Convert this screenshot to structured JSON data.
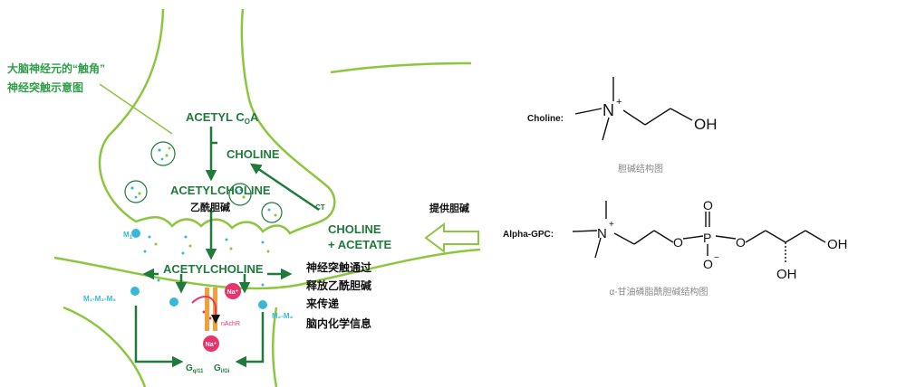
{
  "caption": {
    "line1": "大脑神经元的“触角”",
    "line2": "神经突触示意图"
  },
  "synapse": {
    "acetyl_coa": "ACETYL C",
    "acetyl_coa_sub": "O",
    "acetyl_coa_end": "A",
    "choline": "CHOLINE",
    "acetylcholine_top": "ACETYLCHOLINE",
    "acetylcholine_cn": "乙酰胆碱",
    "acetylcholine_cleft": "ACETYLCHOLINE",
    "ct": "CT",
    "choline_acetate_1": "CHOLINE",
    "choline_acetate_2": "+ ACETATE",
    "receptor_m1_top": "M",
    "receptor_m1_sub": "1",
    "receptor_m1m3m5": "M₁-M₃-M₅",
    "receptor_m2m4": "M₂-M₄",
    "na_plus": "Na⁺",
    "nachr": "nAchR",
    "g_q11": "G",
    "g_q11_sub": "q/11",
    "g_io": "G",
    "g_io_sub": "i/G",
    "g_io_sub2": "i"
  },
  "description": {
    "line1": "神经突触通过",
    "line2": "释放乙酰胆碱",
    "line3": "来传递",
    "line4": "脑内化学信息"
  },
  "arrow_label": "提供胆碱",
  "choline_structure": {
    "name": "Choline:",
    "oh": "OH",
    "n": "N",
    "plus": "+",
    "caption": "胆碱结构图"
  },
  "alpha_gpc_structure": {
    "name": "Alpha-GPC:",
    "n": "N",
    "plus": "+",
    "o1": "O",
    "o2": "O",
    "o3": "O",
    "o_minus": "O",
    "minus": "−",
    "p": "P",
    "oh1": "OH",
    "oh2": "OH",
    "caption": "α-甘油磷脂酰胆碱结构图"
  },
  "colors": {
    "membrane": "#8cc63f",
    "dark_green": "#1f7a3c",
    "receptor_cyan": "#39b8d6",
    "sodium_pink": "#e8336d",
    "channel_orange": "#f0a23a"
  }
}
